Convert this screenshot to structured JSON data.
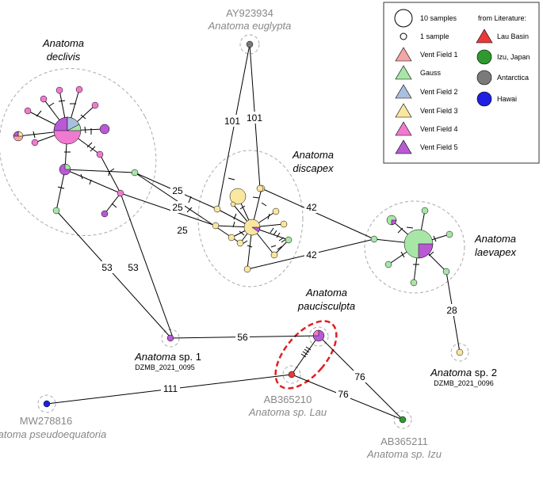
{
  "labels": {
    "declivis_1": "Anatoma",
    "declivis_2": "declivis",
    "discapex_1": "Anatoma",
    "discapex_2": "discapex",
    "laevapex_1": "Anatoma",
    "laevapex_2": "laevapex",
    "paucisculpta_1": "Anatoma",
    "paucisculpta_2": "paucisculpta",
    "euglypta_code": "AY923934",
    "euglypta_name": "Anatoma euglypta",
    "sp1_genus": "Anatoma",
    "sp1_rest": " sp. 1",
    "sp1_code": "DZMB_2021_0095",
    "sp2_genus": "Anatoma",
    "sp2_rest": " sp. 2",
    "sp2_code": "DZMB_2021_0096",
    "lau_code": "AB365210",
    "lau_name": "Anatoma sp. Lau",
    "izu_code": "AB365211",
    "izu_name": "Anatoma sp. Izu",
    "hawai_code": "MW278816",
    "hawai_name": "Anatoma pseudoequatoria"
  },
  "edge_numbers": {
    "e101a": "101",
    "e101b": "101",
    "e25a": "25",
    "e25b": "25",
    "e25c": "25",
    "e42a": "42",
    "e42b": "42",
    "e53a": "53",
    "e53b": "53",
    "e56": "56",
    "e28": "28",
    "e76a": "76",
    "e76b": "76",
    "e111": "111"
  },
  "legend": {
    "size_large": "10 samples",
    "size_small": "1 sample",
    "literature_title": "from Literature:",
    "items": [
      {
        "label": "Vent Field 1",
        "color": "#f4a6a6"
      },
      {
        "label": "Gauss",
        "color": "#a8e6a8"
      },
      {
        "label": "Vent Field 2",
        "color": "#a9bfe0"
      },
      {
        "label": "Vent Field 3",
        "color": "#f9e79f"
      },
      {
        "label": "Vent Field 4",
        "color": "#f07ad0"
      },
      {
        "label": "Vent Field 5",
        "color": "#b85ad4"
      }
    ],
    "literature": [
      {
        "label": "Lau Basin",
        "color": "#e83a3a",
        "shape": "triangle"
      },
      {
        "label": "Izu, Japan",
        "color": "#2e9a2e",
        "shape": "circle"
      },
      {
        "label": "Antarctica",
        "color": "#7a7a7a",
        "shape": "circle"
      },
      {
        "label": "Hawai",
        "color": "#2020e0",
        "shape": "circle"
      }
    ]
  },
  "colors": {
    "vf1": "#f4a6a6",
    "gauss": "#a8e6a8",
    "vf2": "#a9bfe0",
    "vf3": "#f9e79f",
    "vf4": "#f07ad0",
    "vf5": "#b85ad4",
    "lau": "#e83a3a",
    "izu": "#2e9a2e",
    "antarctica": "#7a7a7a",
    "hawai": "#2020e0",
    "highlight": "#e02020"
  }
}
